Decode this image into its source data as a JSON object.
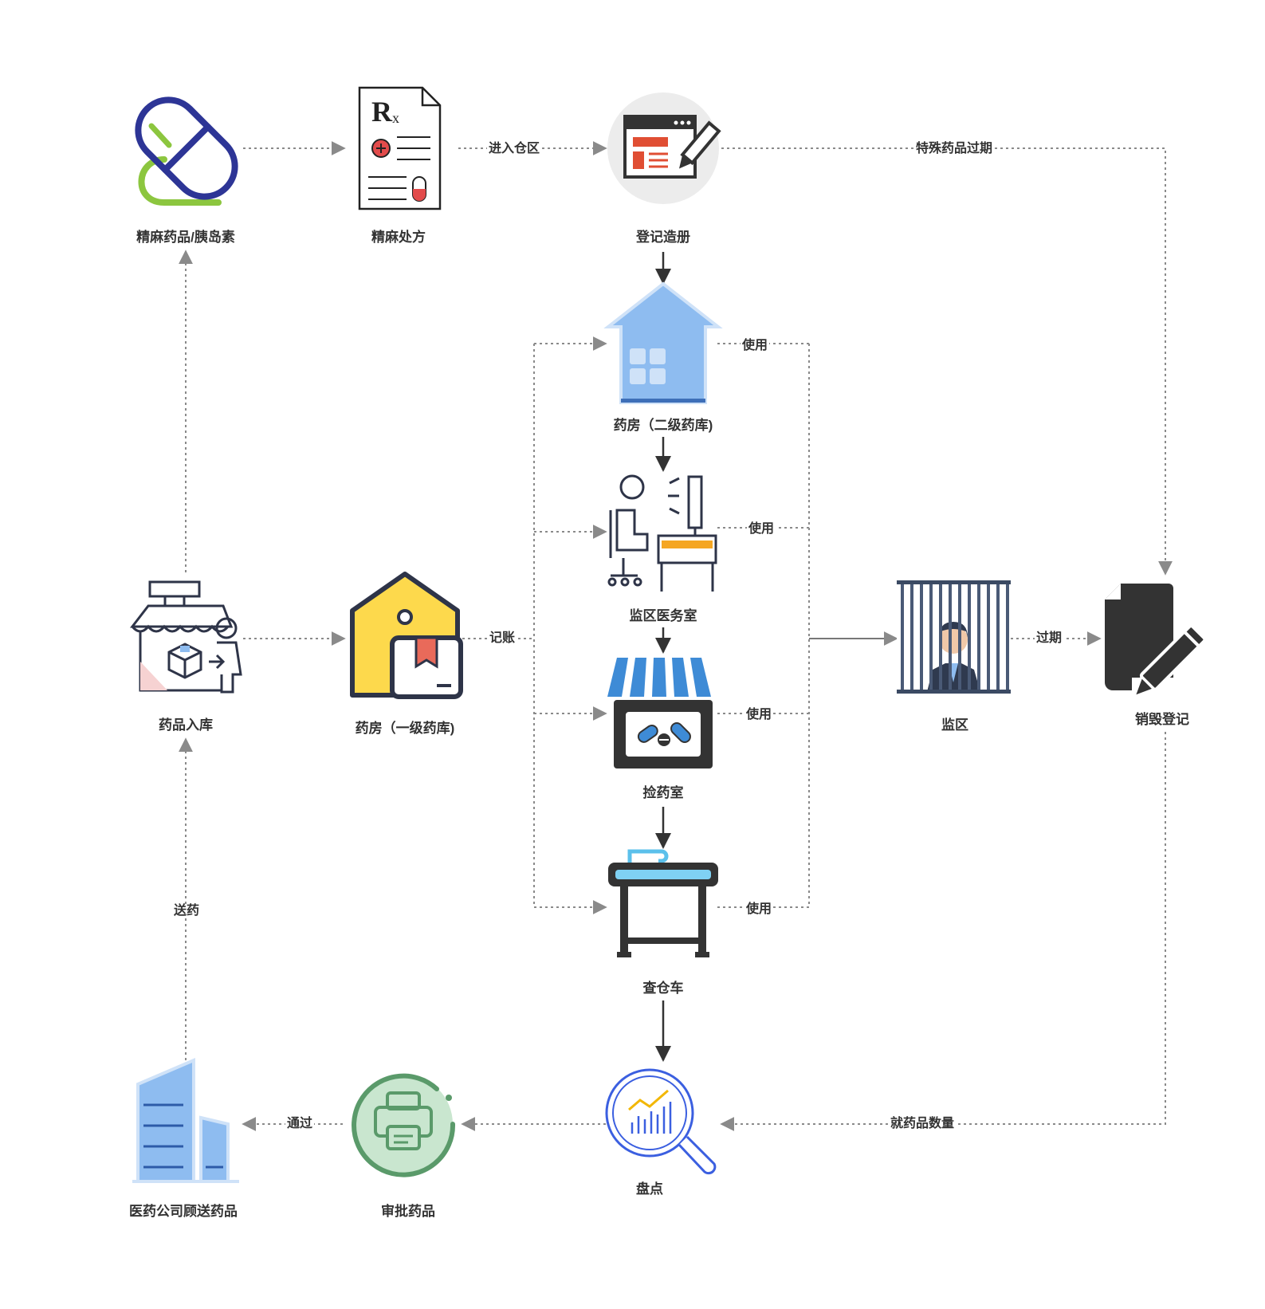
{
  "nodes": {
    "psych_drugs": "精麻药品/胰岛素",
    "prescription": "精麻处方",
    "registration": "登记造册",
    "pharmacy2": "药房（二级药库)",
    "ward_medical_office": "监区医务室",
    "dispensing_room": "捡药室",
    "inspection_cart": "查仓车",
    "inventory": "盘点",
    "approve_drugs": "审批药品",
    "pharma_company": "医药公司顾送药品",
    "drug_storage_in": "药品入库",
    "pharmacy1": "药房（一级药库)",
    "ward": "监区",
    "destruction_register": "销毁登记"
  },
  "edges": {
    "enter_warehouse": "进入仓区",
    "special_expired": "特殊药品过期",
    "use1": "使用",
    "use2": "使用",
    "use3": "使用",
    "use4": "使用",
    "bookkeeping": "记账",
    "expired": "过期",
    "drug_quantity": "就药品数量",
    "approved": "通过",
    "deliver": "送药"
  },
  "colors": {
    "dotted_line": "#8a8a8a",
    "solid_arrow": "#333333",
    "label_text": "#333333",
    "pill_navy": "#2d3596",
    "pill_green": "#8cc63f",
    "house_blue": "#8ebcf0",
    "house_yellow": "#fdd94c",
    "awning_blue": "#3e8bd6",
    "printer_green": "#5a9a6a",
    "magnifier_blue": "#3b5fe0",
    "dark_icon": "#333333"
  }
}
